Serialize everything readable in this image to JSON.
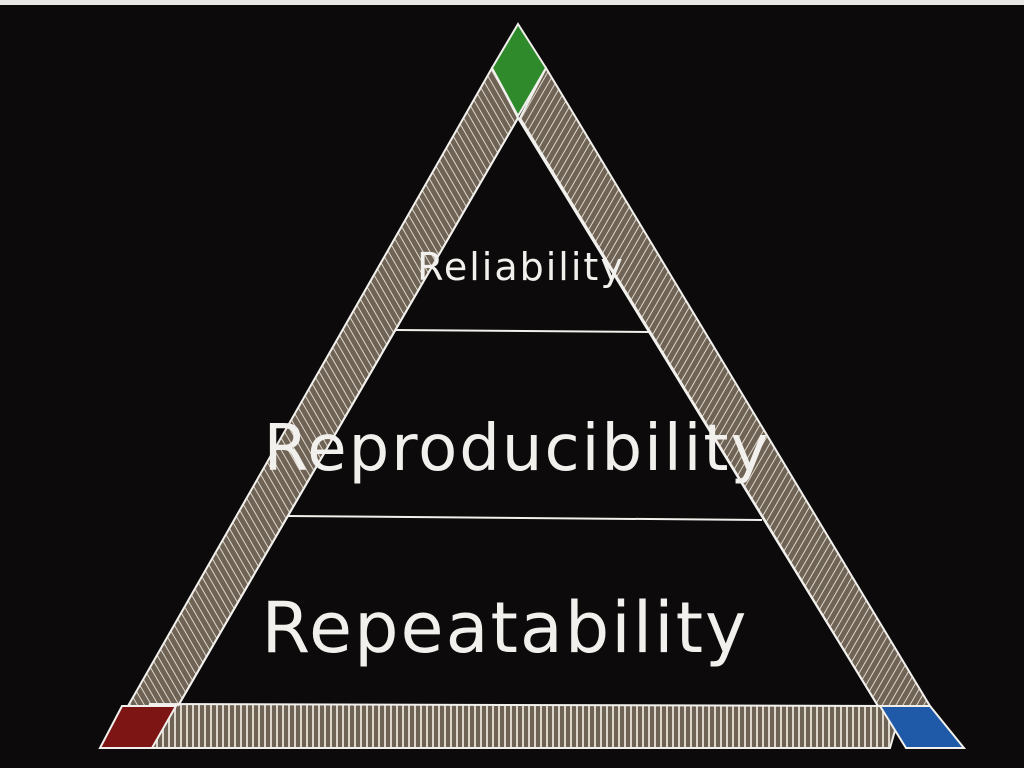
{
  "diagram": {
    "tiers": [
      {
        "label": "Reliability"
      },
      {
        "label": "Reproducibility"
      },
      {
        "label": "Repeatability"
      }
    ],
    "colors": {
      "background": "#0c0a0a",
      "frame": "#7a6c5d",
      "frame_hatch": "#d8d2c8",
      "chalk": "#f2f0ec",
      "apex_corner": "#2f8a2c",
      "left_corner": "#7d1515",
      "right_corner": "#1e5aa8"
    }
  }
}
